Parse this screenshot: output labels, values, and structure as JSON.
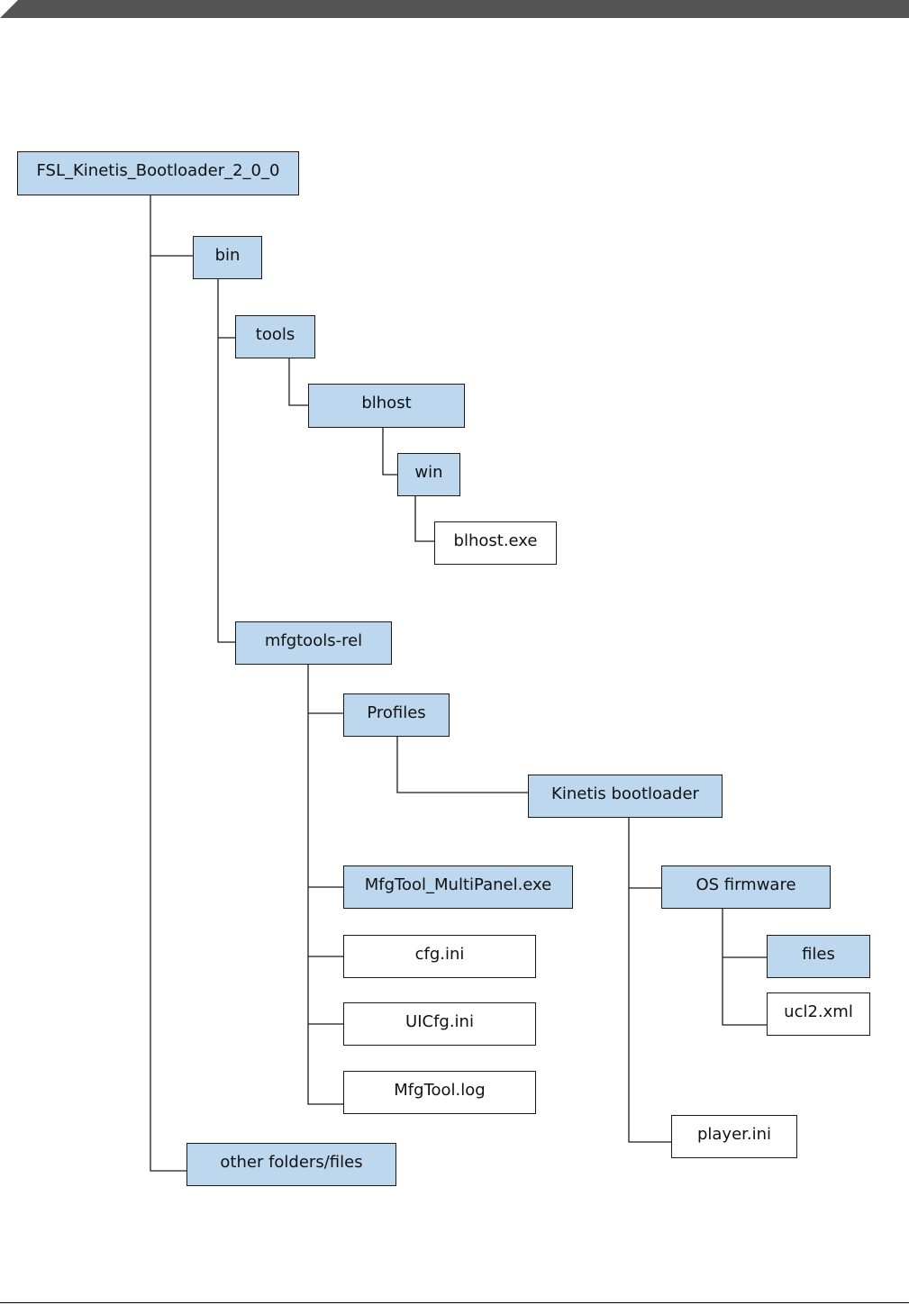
{
  "colors": {
    "folder_fill": "#bdd7ee",
    "file_fill": "#ffffff",
    "line": "#1a1a1a",
    "banner": "#555555"
  },
  "tree": {
    "root": "FSL_Kinetis_Bootloader_2_0_0",
    "bin": "bin",
    "tools": "tools",
    "blhost": "blhost",
    "win": "win",
    "blhost_exe": "blhost.exe",
    "mfgtools_rel": "mfgtools-rel",
    "profiles": "Profiles",
    "kinetis_bootloader": "Kinetis bootloader",
    "mfgtool_multipanel": "MfgTool_MultiPanel.exe",
    "os_firmware": "OS firmware",
    "files": "files",
    "ucl2_xml": "ucl2.xml",
    "cfg_ini": "cfg.ini",
    "uicfg_ini": "UICfg.ini",
    "mfgtool_log": "MfgTool.log",
    "player_ini": "player.ini",
    "other": "other folders/files"
  }
}
